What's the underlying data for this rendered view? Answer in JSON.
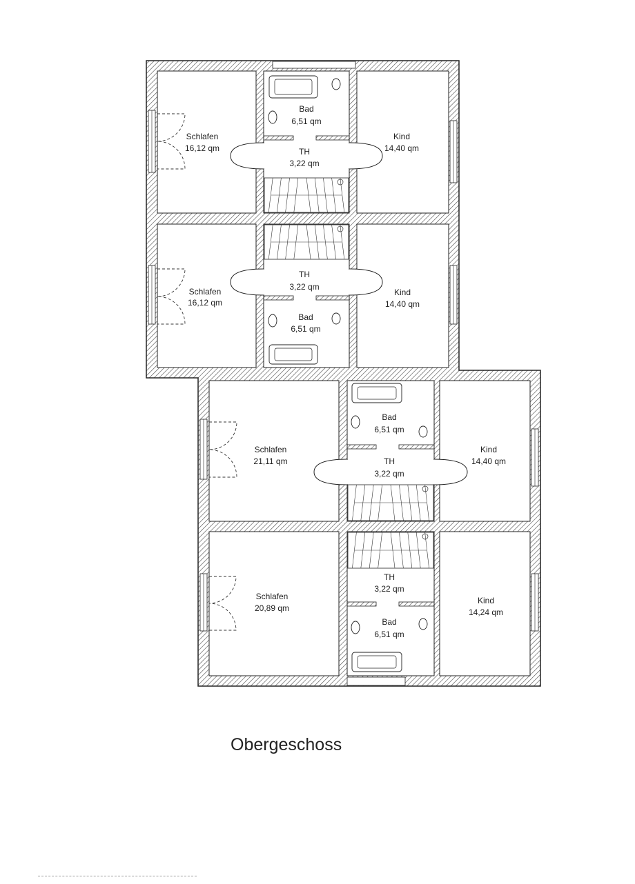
{
  "plan_title": "Obergeschoss",
  "units": [
    {
      "rooms": {
        "schlafen": {
          "name": "Schlafen",
          "area": "16,12 qm"
        },
        "bad": {
          "name": "Bad",
          "area": "6,51 qm"
        },
        "th": {
          "name": "TH",
          "area": "3,22 qm"
        },
        "kind": {
          "name": "Kind",
          "area": "14,40 qm"
        }
      }
    },
    {
      "rooms": {
        "schlafen": {
          "name": "Schlafen",
          "area": "16,12 qm"
        },
        "bad": {
          "name": "Bad",
          "area": "6,51 qm"
        },
        "th": {
          "name": "TH",
          "area": "3,22 qm"
        },
        "kind": {
          "name": "Kind",
          "area": "14,40 qm"
        }
      }
    },
    {
      "rooms": {
        "schlafen": {
          "name": "Schlafen",
          "area": "21,11 qm"
        },
        "bad": {
          "name": "Bad",
          "area": "6,51 qm"
        },
        "th": {
          "name": "TH",
          "area": "3,22 qm"
        },
        "kind": {
          "name": "Kind",
          "area": "14,40 qm"
        }
      }
    },
    {
      "rooms": {
        "schlafen": {
          "name": "Schlafen",
          "area": "20,89 qm"
        },
        "bad": {
          "name": "Bad",
          "area": "6,51 qm"
        },
        "th": {
          "name": "TH",
          "area": "3,22 qm"
        },
        "kind": {
          "name": "Kind",
          "area": "14,24 qm"
        }
      }
    }
  ],
  "colors": {
    "line": "#222222",
    "hatch": "#555555",
    "paper": "#ffffff"
  }
}
